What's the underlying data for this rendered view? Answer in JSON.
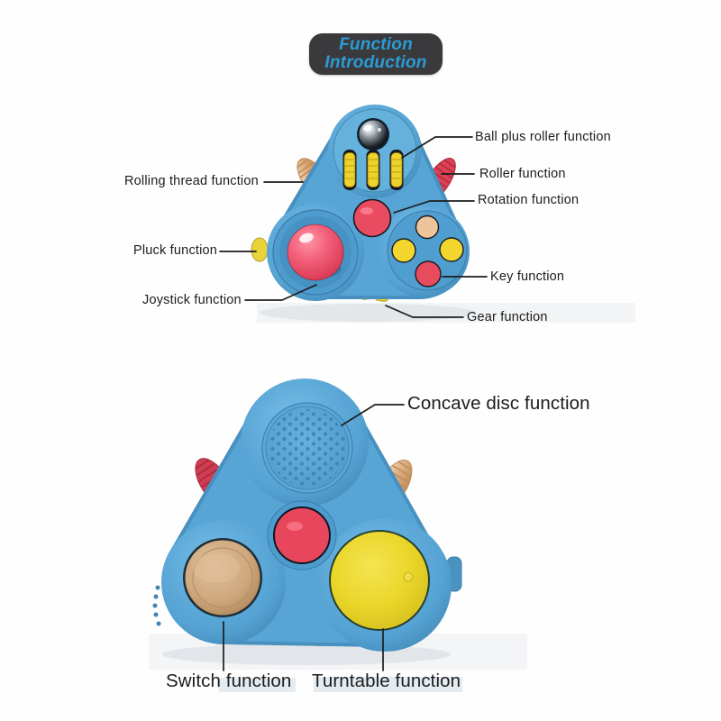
{
  "title": {
    "line1": "Function",
    "line2": "Introduction"
  },
  "front_view": {
    "labels": {
      "ball_plus_roller": "Ball plus roller function",
      "roller": "Roller function",
      "rotation": "Rotation function",
      "rolling_thread": "Rolling thread function",
      "pluck": "Pluck function",
      "joystick": "Joystick function",
      "key": "Key function",
      "gear": "Gear function"
    }
  },
  "back_view": {
    "labels": {
      "concave_disc": "Concave disc function",
      "switch": "Switch function",
      "turntable": "Turntable function"
    }
  },
  "colors": {
    "body_blue": "#57a5d5",
    "body_blue_dark": "#4389b8",
    "accent_red": "#e8465c",
    "accent_yellow": "#f0d42e",
    "tan": "#d8a878",
    "badge_background": "#3a3a3c",
    "badge_text_blue": "#2a9bd5",
    "label_text": "#1c1c1c",
    "leader_line": "#1c1c1c"
  }
}
